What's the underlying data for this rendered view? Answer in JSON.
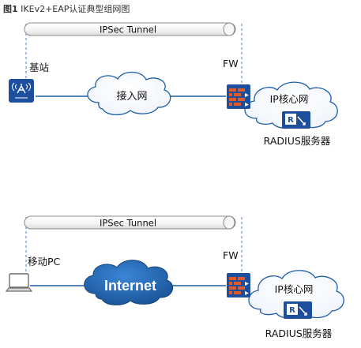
{
  "figure_title": {
    "label": "图1",
    "text": "IKEv2+EAP认证典型组网图"
  },
  "scenario_top": {
    "tunnel_label": "IPSec Tunnel",
    "endpoint_label": "基站",
    "network_label": "接入网",
    "firewall_label": "FW",
    "core_label": "IP核心网",
    "server_label": "RADIUS服务器"
  },
  "scenario_bottom": {
    "tunnel_label": "IPSec Tunnel",
    "endpoint_label": "移动PC",
    "network_label": "Internet",
    "firewall_label": "FW",
    "core_label": "IP核心网",
    "server_label": "RADIUS服务器"
  },
  "colors": {
    "link_blue": "#1f5fa8",
    "device_blue": "#1e4f9c",
    "internet_cloud": "#1b5fa8",
    "dashed_guide": "#4a7fc0"
  }
}
